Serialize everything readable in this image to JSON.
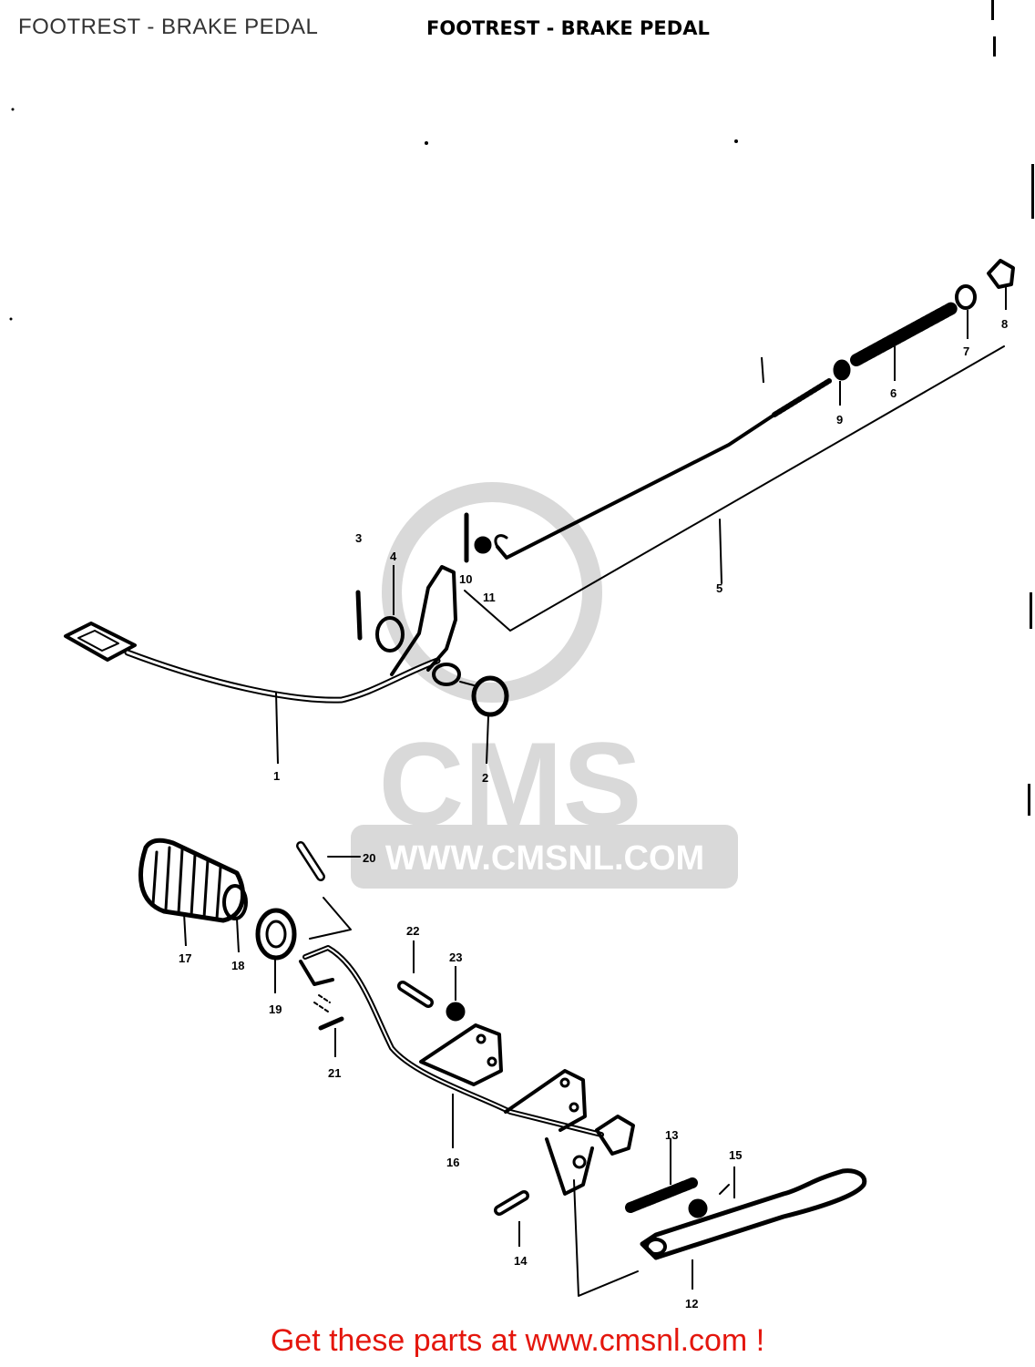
{
  "header": {
    "title": "FOOTREST - BRAKE PEDAL",
    "diagram_title": "FOOTREST - BRAKE PEDAL"
  },
  "watermark": {
    "brand": "CMS",
    "url": "WWW.CMSNL.COM"
  },
  "callouts": [
    "1",
    "2",
    "3",
    "4",
    "5",
    "6",
    "7",
    "8",
    "9",
    "10",
    "11",
    "12",
    "13",
    "14",
    "15",
    "16",
    "17",
    "18",
    "19",
    "20",
    "21",
    "22",
    "23"
  ],
  "footer": {
    "text": "Get these parts at www.cmsnl.com !"
  },
  "colors": {
    "link": "#e4160d",
    "watermark": "#d9d9d9",
    "line": "#000000"
  }
}
